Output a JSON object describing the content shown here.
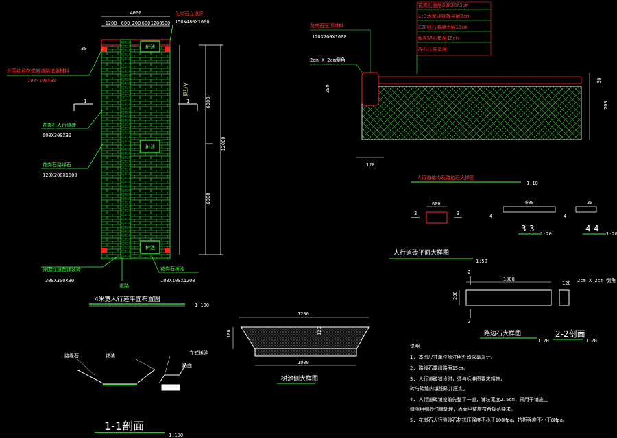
{
  "colors": {
    "background": "#000000",
    "line": "#ffffff",
    "green": "#33ff33",
    "red": "#ff2020",
    "yellow": "#ffff66",
    "brick": "#2fd02f"
  },
  "plan": {
    "dim_total": "4000",
    "dims_top": [
      "1200",
      "600",
      "200",
      "600",
      "1200",
      "600"
    ],
    "label_top_right_1": "花岗石立道牙",
    "label_top_right_2": "150X480X1000",
    "label_left_1": "外围红色花岗岩道路铺装材料",
    "label_left_1b": "100×100×30",
    "label_left_2": "花岗石人行道砖",
    "label_left_2b": "600X300X30",
    "label_left_3": "花岗石路缘石",
    "label_left_3b": "120X200X1000",
    "label_bottom_left_1": "外围红道路铺装砖",
    "label_bottom_left_2": "300X300X30",
    "label_bottom_right_1": "花岗石树池",
    "label_bottom_right_2": "100X100X1200",
    "label_mid": "道路",
    "tree": "树池",
    "marker": "1",
    "vert_text": "人行道",
    "dim_6000": "6000",
    "dim_12000": "12000",
    "dim_6000b": "6000",
    "dim_30": "30",
    "title": "4米宽人行道平面布置图",
    "scale": "1:100"
  },
  "curb": {
    "label_1": "花岗石压顶材料",
    "label_2": "120X200X1000",
    "label_3": "2cm X 2cm倒角",
    "stack": [
      "花岗石面层80X30X3cm",
      "1:3水泥砂浆找平层3cm",
      "C20细石混凝土层10cm",
      "级配碎石垫层15cm",
      "碎石压实基层"
    ],
    "dim_200": "200",
    "dim_120": "120",
    "dim_30": "30",
    "dim_200r": "200"
  },
  "detail33": {
    "title": "人行道结构及路边石大样图",
    "scale": "1:10",
    "dim_600": "600",
    "dim_600b": "600",
    "dim_30": "30",
    "m3": "3",
    "m4": "4",
    "label_33": "3-3",
    "scale_33": "1:20",
    "label_44": "4-4",
    "scale_44": "1:20"
  },
  "detail_curb": {
    "title": "人行道砖平面大样图",
    "scale": "1:50",
    "dim_1000": "1000",
    "dim_200": "200",
    "dim_120": "120",
    "chamfer": "2cm X 2cm 倒角",
    "m2": "2",
    "label": "路边石大样图",
    "scale_l": "1:20",
    "label_22": "2-2剖面",
    "scale_22": "1:20"
  },
  "tree_pit": {
    "dim_1200": "1200",
    "dim_100": "100",
    "dim_120": "120",
    "dim_1000": "1000",
    "title": "树池侧大样图"
  },
  "section11": {
    "label_a": "路缘石",
    "label_b": "铺装",
    "label_c": "立式树池",
    "label_d": "路面",
    "title": "1-1剖面",
    "scale": "1:100"
  },
  "notes": {
    "heading": "说明",
    "lines": [
      "1. 本图尺寸单位除注明外均以毫米计。",
      "2. 路缘石露出路面15cm。",
      "3. 人行道砖铺设时，须与标准图要求相符，",
      "   砖与砖缝内填细砂并压实。",
      "4. 人行道砖铺设前先整平一道，铺装宽度2.5cm，采用干铺施工",
      "   缝隙用细砂扫缝处理，表面平整度符合规范要求。",
      "5. 花岗石人行道砖石材抗压强度不小于100Mpa，抗折强度不小于8Mpa。"
    ]
  }
}
